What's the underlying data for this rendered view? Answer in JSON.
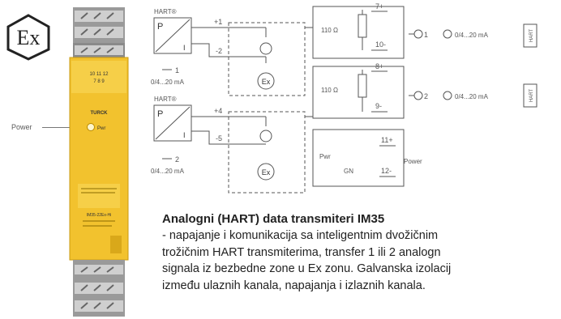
{
  "ex_logo": {
    "text": "Ex"
  },
  "device": {
    "power_callout": "Power",
    "pwr_label": "Pwr",
    "brand": "TURCK",
    "terminal_numbers_top": "10  11  12",
    "terminal_numbers_mid": "7   8   9",
    "model": "IM35-22Ex-Hi",
    "color": "#f2c22e"
  },
  "diagram": {
    "hart_label_1": "HART®",
    "hart_label_2": "HART®",
    "p_letter": "P",
    "i_letter": "I",
    "ex_symbol": "Ex",
    "channel_1_out": "1",
    "channel_2_out": "2",
    "range_1": "0/4...20 mA",
    "range_2": "0/4...20 mA",
    "term_plus_1": "+1",
    "term_minus_2": "-2",
    "term_plus_4": "+4",
    "term_minus_5": "-5",
    "term_7": "7+",
    "term_10": "10-",
    "term_8": "8+",
    "term_9": "9-",
    "term_11": "11+",
    "term_12": "12-",
    "resistor_1": "110 Ω",
    "resistor_2": "110 Ω",
    "out_range_1": "0/4...20 mA",
    "out_range_2": "0/4...20 mA",
    "out_channel_1": "1",
    "out_channel_2": "2",
    "hart_box": "HART",
    "pwr": "Pwr",
    "gn": "GN",
    "power_supply": "Power"
  },
  "text": {
    "title": "Analogni (HART) data transmiteri IM35",
    "lines": [
      "- napajanje i komunikacija sa inteligentnim dvožičnim",
      "trožičnim HART transmiterima, transfer 1 ili 2 analogn",
      "signala iz bezbedne zone u Ex zonu. Galvanska izolacij",
      "između ulaznih kanala, napajanja i izlaznih kanala."
    ]
  }
}
